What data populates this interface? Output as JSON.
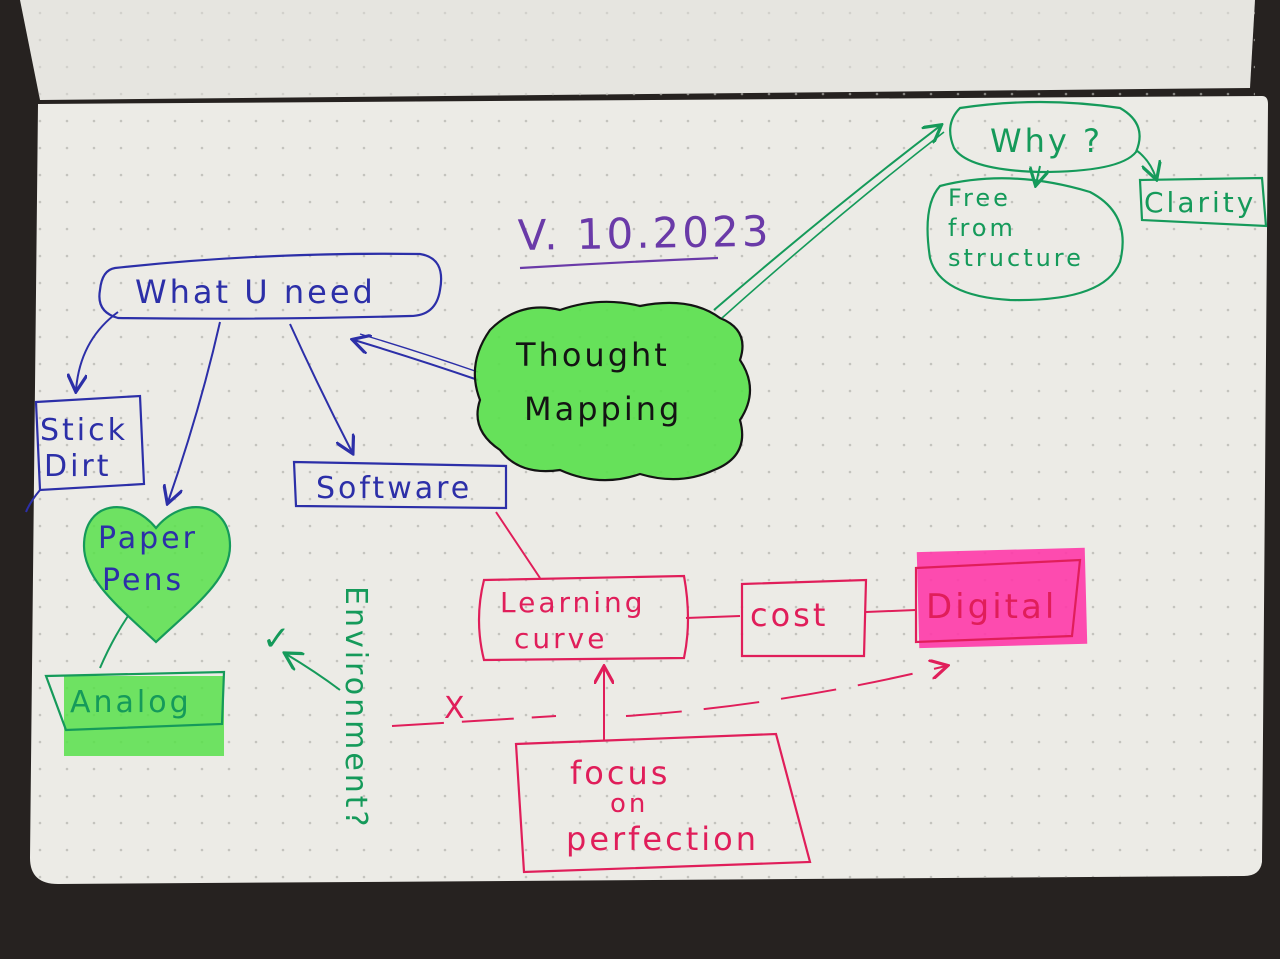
{
  "date": "V. 10.2023",
  "colors": {
    "blue": "#2c2fa8",
    "green": "#159a5a",
    "red": "#e01e5a",
    "purple": "#6a3aa8",
    "black": "#141414",
    "highlight_green": "#58e04a",
    "highlight_pink": "#ff3aa8",
    "paper": "#ecebe6",
    "dot": "#c4c3be"
  },
  "nodes": {
    "what_u_need": "What U need",
    "stick": "Stick",
    "dirt": "Dirt",
    "paper": "Paper",
    "pens": "Pens",
    "software": "Software",
    "thought": "Thought",
    "mapping": "Mapping",
    "why": "Why ?",
    "free": "Free",
    "from": "from",
    "structure": "structure",
    "clarity": "Clarity",
    "analog": "Analog",
    "environment": "Environment?",
    "learning": "Learning",
    "curve": "curve",
    "cost": "cost",
    "digital": "Digital",
    "focus": "focus",
    "on": "on",
    "perfection": "perfection",
    "check": "✓",
    "x_mark": "X"
  }
}
